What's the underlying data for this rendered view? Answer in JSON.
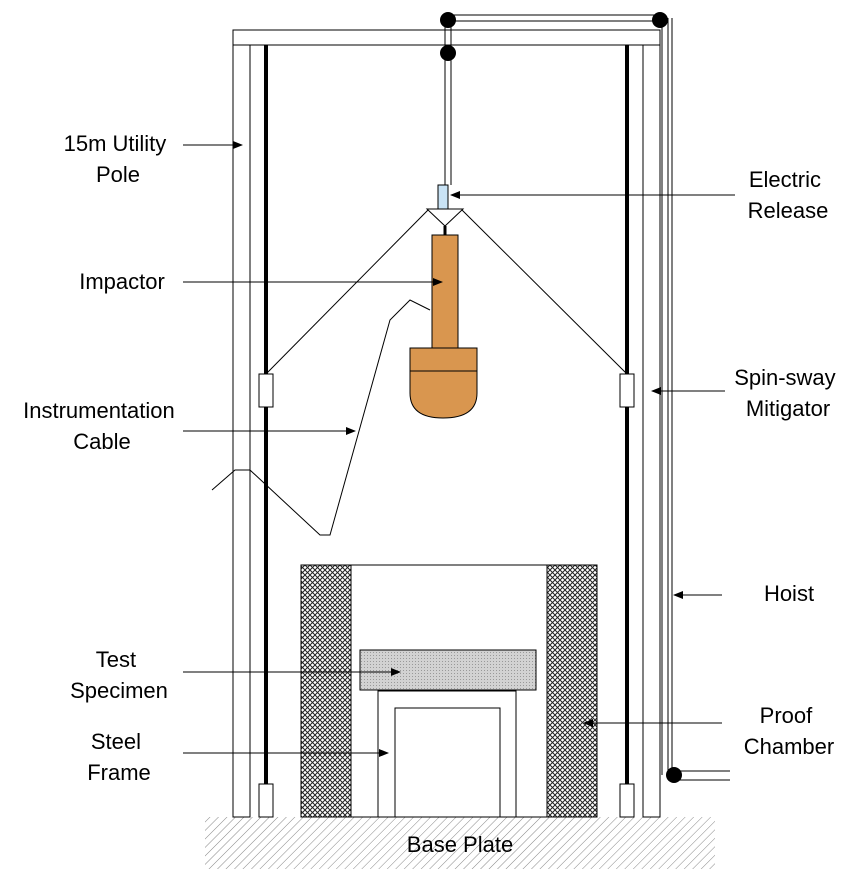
{
  "labels": {
    "utility_pole": [
      "15m Utility",
      "Pole"
    ],
    "electric_release": [
      "Electric",
      "Release"
    ],
    "impactor": "Impactor",
    "spin_sway": [
      "Spin-sway",
      "Mitigator"
    ],
    "instrumentation_cable": [
      "Instrumentation",
      "Cable"
    ],
    "hoist": "Hoist",
    "test_specimen": [
      "Test",
      "Specimen"
    ],
    "proof_chamber": [
      "Proof",
      "Chamber"
    ],
    "steel_frame": [
      "Steel",
      "Frame"
    ],
    "base_plate": "Base Plate"
  },
  "colors": {
    "impactor_fill": "#d9964f",
    "release_fill": "#c9e3f5",
    "specimen_fill": "#d2d2d2"
  }
}
